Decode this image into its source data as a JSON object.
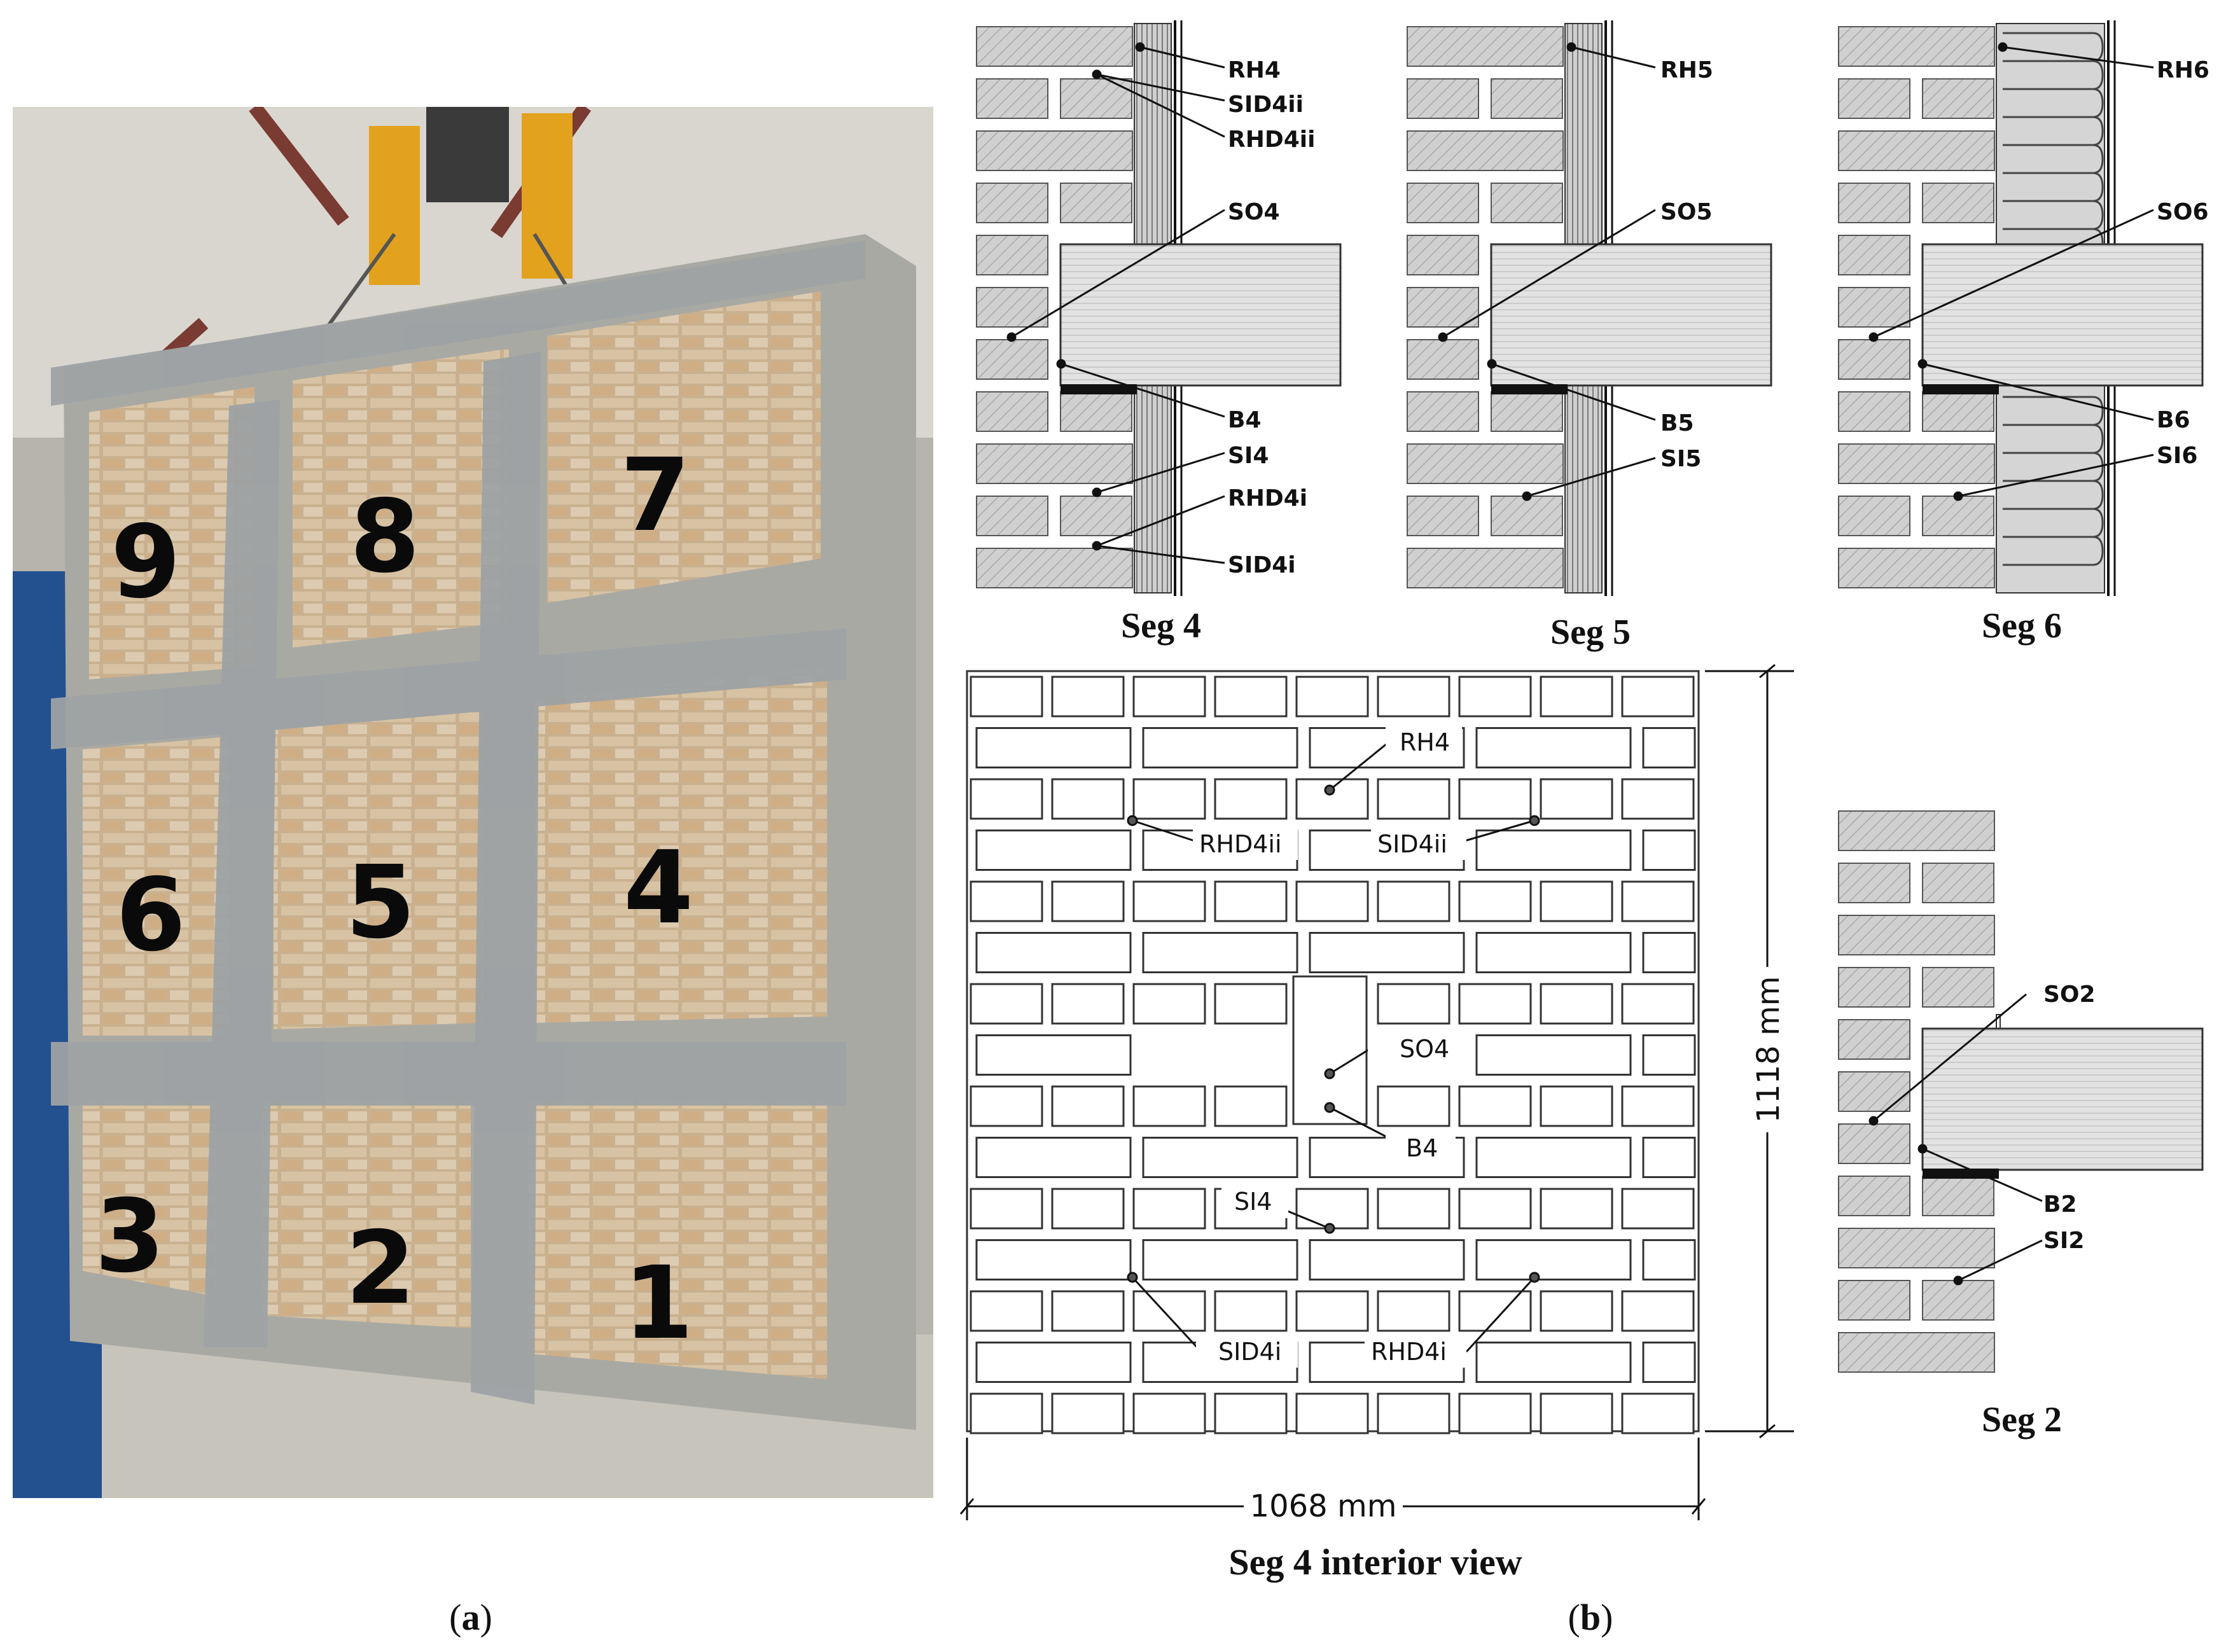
{
  "panel_a": {
    "segment_numbers": [
      "9",
      "8",
      "7",
      "6",
      "5",
      "4",
      "3",
      "2",
      "1"
    ],
    "caption_letter": "a"
  },
  "panel_b": {
    "caption_letter": "b",
    "seg4": {
      "title": "Seg 4",
      "labels": {
        "rh": "RH4",
        "sid_ii": "SID4ii",
        "rhd_ii": "RHD4ii",
        "so": "SO4",
        "b": "B4",
        "si": "SI4",
        "rhd_i": "RHD4i",
        "sid_i": "SID4i"
      }
    },
    "seg5": {
      "title": "Seg 5",
      "labels": {
        "rh": "RH5",
        "so": "SO5",
        "b": "B5",
        "si": "SI5"
      }
    },
    "seg6": {
      "title": "Seg 6",
      "labels": {
        "rh": "RH6",
        "so": "SO6",
        "b": "B6",
        "si": "SI6"
      }
    },
    "seg2": {
      "title": "Seg 2",
      "labels": {
        "so": "SO2",
        "b": "B2",
        "si": "SI2"
      }
    },
    "interior": {
      "title": "Seg 4 interior view",
      "width_label": "1068 mm",
      "height_label": "1118 mm",
      "labels": {
        "rh": "RH4",
        "rhd_ii": "RHD4ii",
        "sid_ii": "SID4ii",
        "so": "SO4",
        "b": "B4",
        "si": "SI4",
        "sid_i": "SID4i",
        "rhd_i": "RHD4i"
      }
    }
  }
}
